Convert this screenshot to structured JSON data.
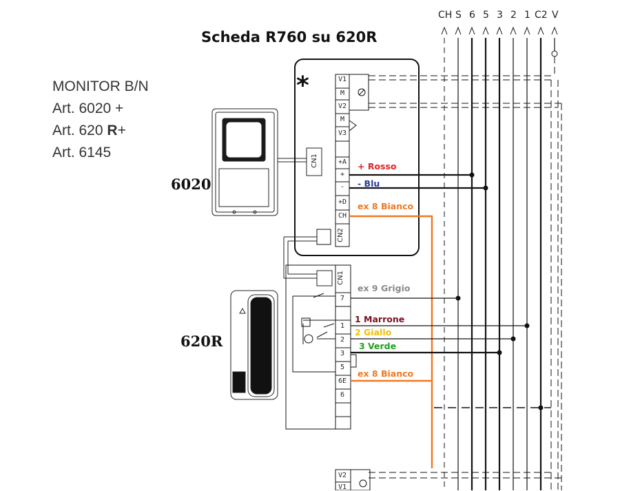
{
  "title": "Scheda R760 su 620R",
  "monitor": {
    "line1": "MONITOR B/N",
    "line2": "Art. 6020 +",
    "line3a": "Art. 620",
    "line3b": "R",
    "line3c": "+",
    "line4": "Art. 6145"
  },
  "devices": {
    "monitor": "6020",
    "handset": "620R"
  },
  "star": "*",
  "bus_labels": [
    "CH",
    "S",
    "6",
    "5",
    "3",
    "2",
    "1",
    "C2",
    "V"
  ],
  "board_terminals": [
    "V1",
    "M",
    "V2",
    "M",
    "V3",
    "+A",
    "+",
    "-",
    "+D",
    "CH",
    "CN2"
  ],
  "handset_terminals": [
    "CN1",
    "7",
    "1",
    "2",
    "3",
    "5",
    "6E",
    "6"
  ],
  "bottom_terminals": [
    "V2",
    "V1"
  ],
  "connectors": {
    "board_cn1": "CN1",
    "board_cn2": "CN2",
    "handset_cn1": "CN1"
  },
  "wires": [
    {
      "label": "+ Rosso",
      "color": "#e02020"
    },
    {
      "label": "- Blu",
      "color": "#2a3a9a"
    },
    {
      "label": "ex 8 Bianco",
      "color": "#f07820"
    },
    {
      "label": "ex 9 Grigio",
      "color": "#8a8a8a"
    },
    {
      "label": "1 Marrone",
      "color": "#7a1020"
    },
    {
      "label": "2 Giallo",
      "color": "#f0c000"
    },
    {
      "label": "3 Verde",
      "color": "#20a020"
    },
    {
      "label": "ex 8 Bianco",
      "color": "#f07820"
    }
  ],
  "colors": {
    "ink": "#111111",
    "orange": "#f07820"
  }
}
